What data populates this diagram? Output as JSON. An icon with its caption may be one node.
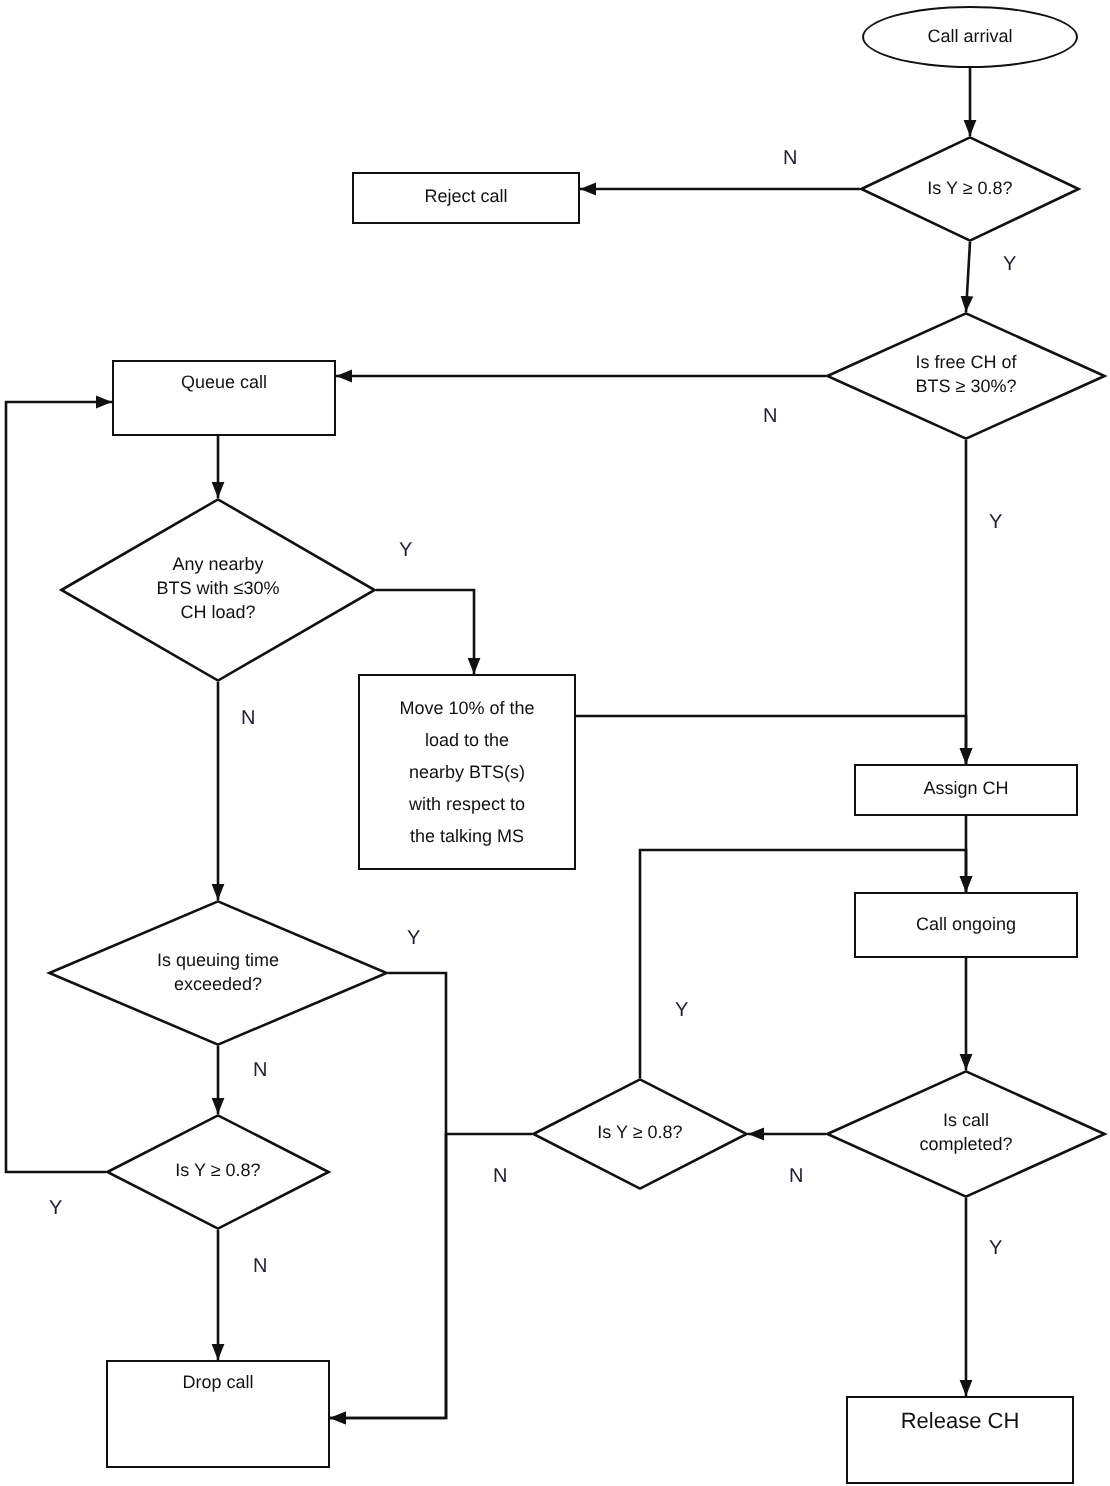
{
  "diagram": {
    "nodes": [
      {
        "text": [
          "Call arrival"
        ]
      },
      {
        "text": [
          "Is Y ≥ 0.8?"
        ]
      },
      {
        "text": [
          "Reject call"
        ]
      },
      {
        "text": [
          "Is free CH of BTS ≥ 30%?"
        ]
      },
      {
        "text": [
          "Queue call"
        ]
      },
      {
        "text": [
          "Any nearby BTS with ≤30% CH load?"
        ]
      },
      {
        "text": [
          "Move 10% of the load to the nearby BTS(s) with respect to the talking MS"
        ]
      },
      {
        "text": [
          "Assign CH"
        ]
      },
      {
        "text": [
          "Is queuing time exceeded?"
        ]
      },
      {
        "text": [
          "Call ongoing"
        ]
      },
      {
        "text": [
          "Is Y ≥ 0.8?"
        ]
      },
      {
        "text": [
          "Is call completed?"
        ]
      },
      {
        "text": [
          "Is Y ≥ 0.8?"
        ]
      },
      {
        "text": [
          "Drop call"
        ]
      },
      {
        "text": [
          "Release CH"
        ]
      }
    ],
    "edges": [
      {
        "from": 0,
        "to": 1,
        "arrow": "to"
      },
      {
        "from": 1,
        "to": 2,
        "arrow": "to",
        "label": "N"
      },
      {
        "from": 1,
        "to": 3,
        "arrow": "to",
        "label": "Y"
      },
      {
        "from": 3,
        "to": 4,
        "arrow": "to",
        "label": "N"
      },
      {
        "from": 3,
        "to": 7,
        "arrow": "to",
        "label": "Y"
      },
      {
        "from": 4,
        "to": 5,
        "arrow": "to"
      },
      {
        "from": 5,
        "to": 6,
        "arrow": "to",
        "label": "Y"
      },
      {
        "from": 6,
        "to": 7,
        "arrow": "to"
      },
      {
        "from": 5,
        "to": 8,
        "arrow": "to",
        "label": "N"
      },
      {
        "from": 7,
        "to": 9,
        "arrow": "to"
      },
      {
        "from": 8,
        "to": 13,
        "arrow": "to",
        "label": "Y"
      },
      {
        "from": 8,
        "to": 12,
        "arrow": "to",
        "label": "N"
      },
      {
        "from": 9,
        "to": 11,
        "arrow": "to"
      },
      {
        "from": 11,
        "to": 10,
        "arrow": "to",
        "label": "N"
      },
      {
        "from": 11,
        "to": 14,
        "arrow": "to",
        "label": "Y"
      },
      {
        "from": 10,
        "to": 9,
        "arrow": "to",
        "label": "Y"
      },
      {
        "from": 10,
        "to": 13,
        "arrow": "to",
        "label": "N"
      },
      {
        "from": 12,
        "to": 4,
        "arrow": "to",
        "label": "Y"
      },
      {
        "from": 12,
        "to": 13,
        "arrow": "to",
        "label": "N"
      }
    ]
  }
}
